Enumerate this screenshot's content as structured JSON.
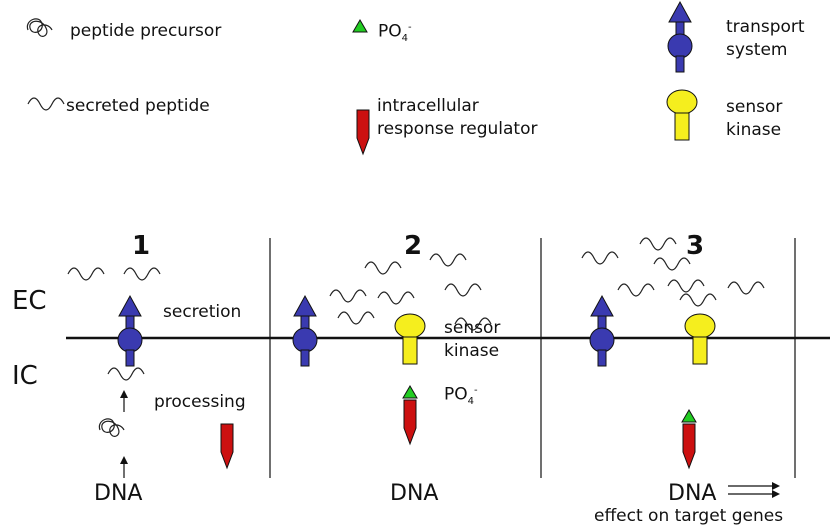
{
  "legend": {
    "peptide_precursor": "peptide precursor",
    "secreted_peptide": "secreted peptide",
    "po4": "PO",
    "po4_sub": "4",
    "po4_sup": "-",
    "response_regulator_line1": "intracellular",
    "response_regulator_line2": "response regulator",
    "transport_line1": "transport",
    "transport_line2": "system",
    "sensor_line1": "sensor",
    "sensor_line2": "kinase"
  },
  "panels": {
    "num1": "1",
    "num2": "2",
    "num3": "3"
  },
  "sides": {
    "ec": "EC",
    "ic": "IC"
  },
  "labels": {
    "secretion": "secretion",
    "processing": "processing",
    "sensor_line1": "sensor",
    "sensor_line2": "kinase",
    "po4": "PO",
    "po4_sub": "4",
    "po4_sup": "-",
    "dna1": "DNA",
    "dna2": "DNA",
    "dna3": "DNA",
    "effect": "effect on target genes"
  },
  "colors": {
    "transport": "#3a3ab0",
    "sensor": "#f5ee1e",
    "regulator": "#cc1010",
    "phosphate": "#22cc22"
  }
}
